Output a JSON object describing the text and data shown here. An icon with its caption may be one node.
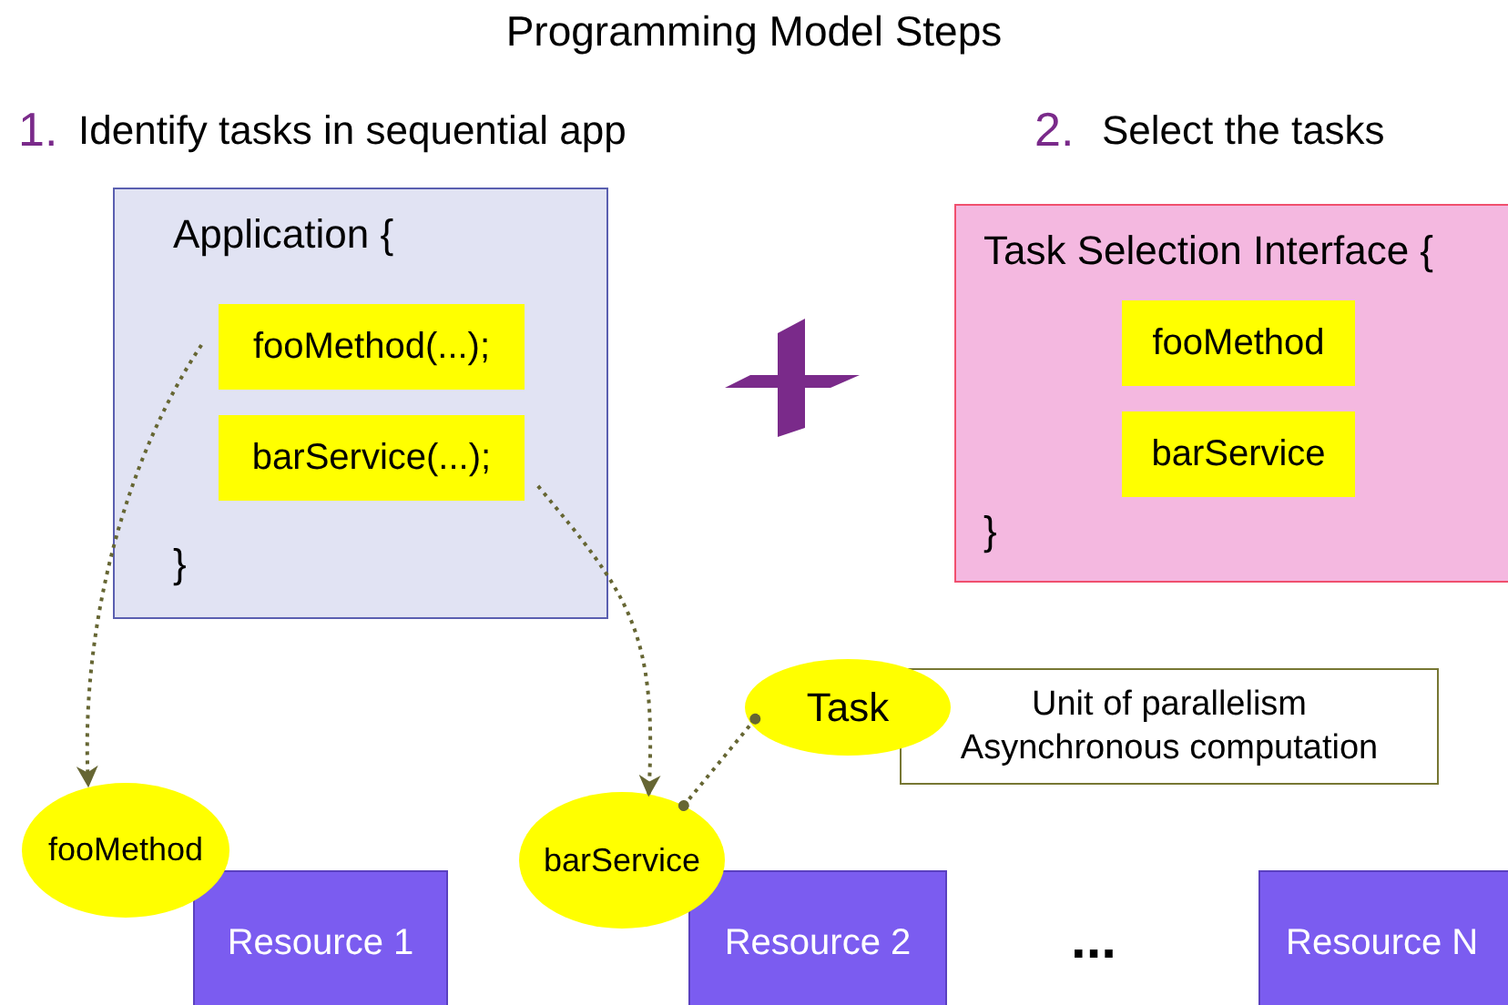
{
  "diagram": {
    "title": "Programming Model Steps",
    "nodes": [
      {
        "text": [
          "Application {",
          "}"
        ]
      },
      {
        "text": [
          "fooMethod(...);"
        ],
        "in": 0
      },
      {
        "text": [
          "barService(...);"
        ],
        "in": 0
      },
      {
        "text": [
          "Task Selection Interface {",
          "}"
        ]
      },
      {
        "text": [
          "fooMethod"
        ],
        "in": 3
      },
      {
        "text": [
          "barService"
        ],
        "in": 3
      },
      {
        "text": [
          "Task"
        ]
      },
      {
        "text": [
          "Unit of parallelism Asynchronous computation"
        ]
      },
      {
        "text": [
          "Resource 1"
        ]
      },
      {
        "text": [
          "Resource 2"
        ]
      },
      {
        "text": [
          "Resource N"
        ]
      },
      {
        "text": [
          "fooMethod"
        ]
      },
      {
        "text": [
          "barService"
        ]
      }
    ],
    "edges": [
      {
        "from": 1,
        "to": 11,
        "arrow": "to",
        "style": "dashed"
      },
      {
        "from": 2,
        "to": 12,
        "arrow": "to",
        "style": "dashed"
      },
      {
        "from": 6,
        "to": 12,
        "arrow": "other",
        "style": "dashed"
      }
    ],
    "labels": [
      "1.",
      "Identify tasks in sequential app",
      "2.",
      "Select the tasks",
      "..."
    ]
  }
}
